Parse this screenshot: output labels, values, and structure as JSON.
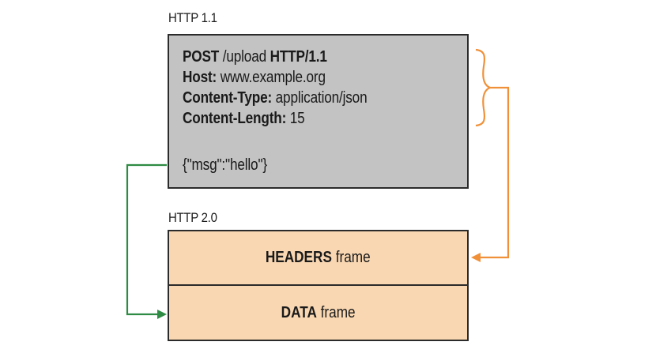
{
  "http11": {
    "label": "HTTP 1.1",
    "request_line": {
      "method": "POST",
      "path": " /upload ",
      "version": "HTTP/1.1"
    },
    "headers": [
      {
        "name": "Host:",
        "value": " www.example.org"
      },
      {
        "name": "Content-Type:",
        "value": " application/json"
      },
      {
        "name": "Content-Length:",
        "value": " 15"
      }
    ],
    "body": "{\"msg\":\"hello\"}"
  },
  "http2": {
    "label": "HTTP 2.0",
    "headers_frame": {
      "name": "HEADERS",
      "suffix": " frame"
    },
    "data_frame": {
      "name": "DATA",
      "suffix": " frame"
    }
  },
  "colors": {
    "http11_box": "#c3c3c3",
    "frame_fill": "#f9d7b2",
    "headers_arrow": "#f0913a",
    "data_arrow": "#2e8b43",
    "border": "#2b2b2b"
  }
}
